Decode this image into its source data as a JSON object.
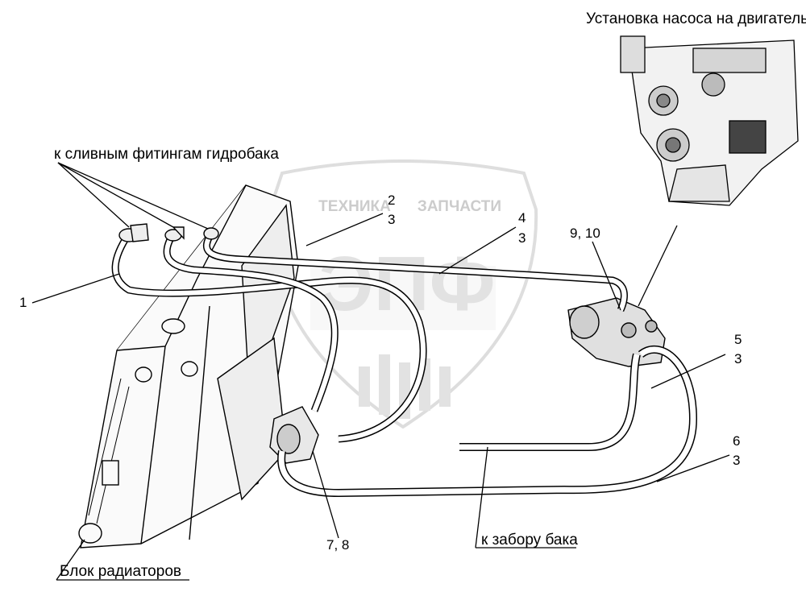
{
  "title": "Установка насоса на двигатель",
  "labels": {
    "drain_fittings": "к сливным фитингам гидробака",
    "radiator_block": "Блок радиаторов",
    "tank_intake": "к забору бака"
  },
  "callouts": {
    "c1": "1",
    "c2": "2",
    "c2_sub": "3",
    "c4": "4",
    "c4_sub": "3",
    "c5": "5",
    "c5_sub": "3",
    "c6": "6",
    "c6_sub": "3",
    "c78": "7, 8",
    "c910": "9, 10"
  },
  "watermark": {
    "line1": "ТЕХНИКА",
    "line2": "ЗАПЧАСТИ",
    "big": "ЭПФ"
  }
}
